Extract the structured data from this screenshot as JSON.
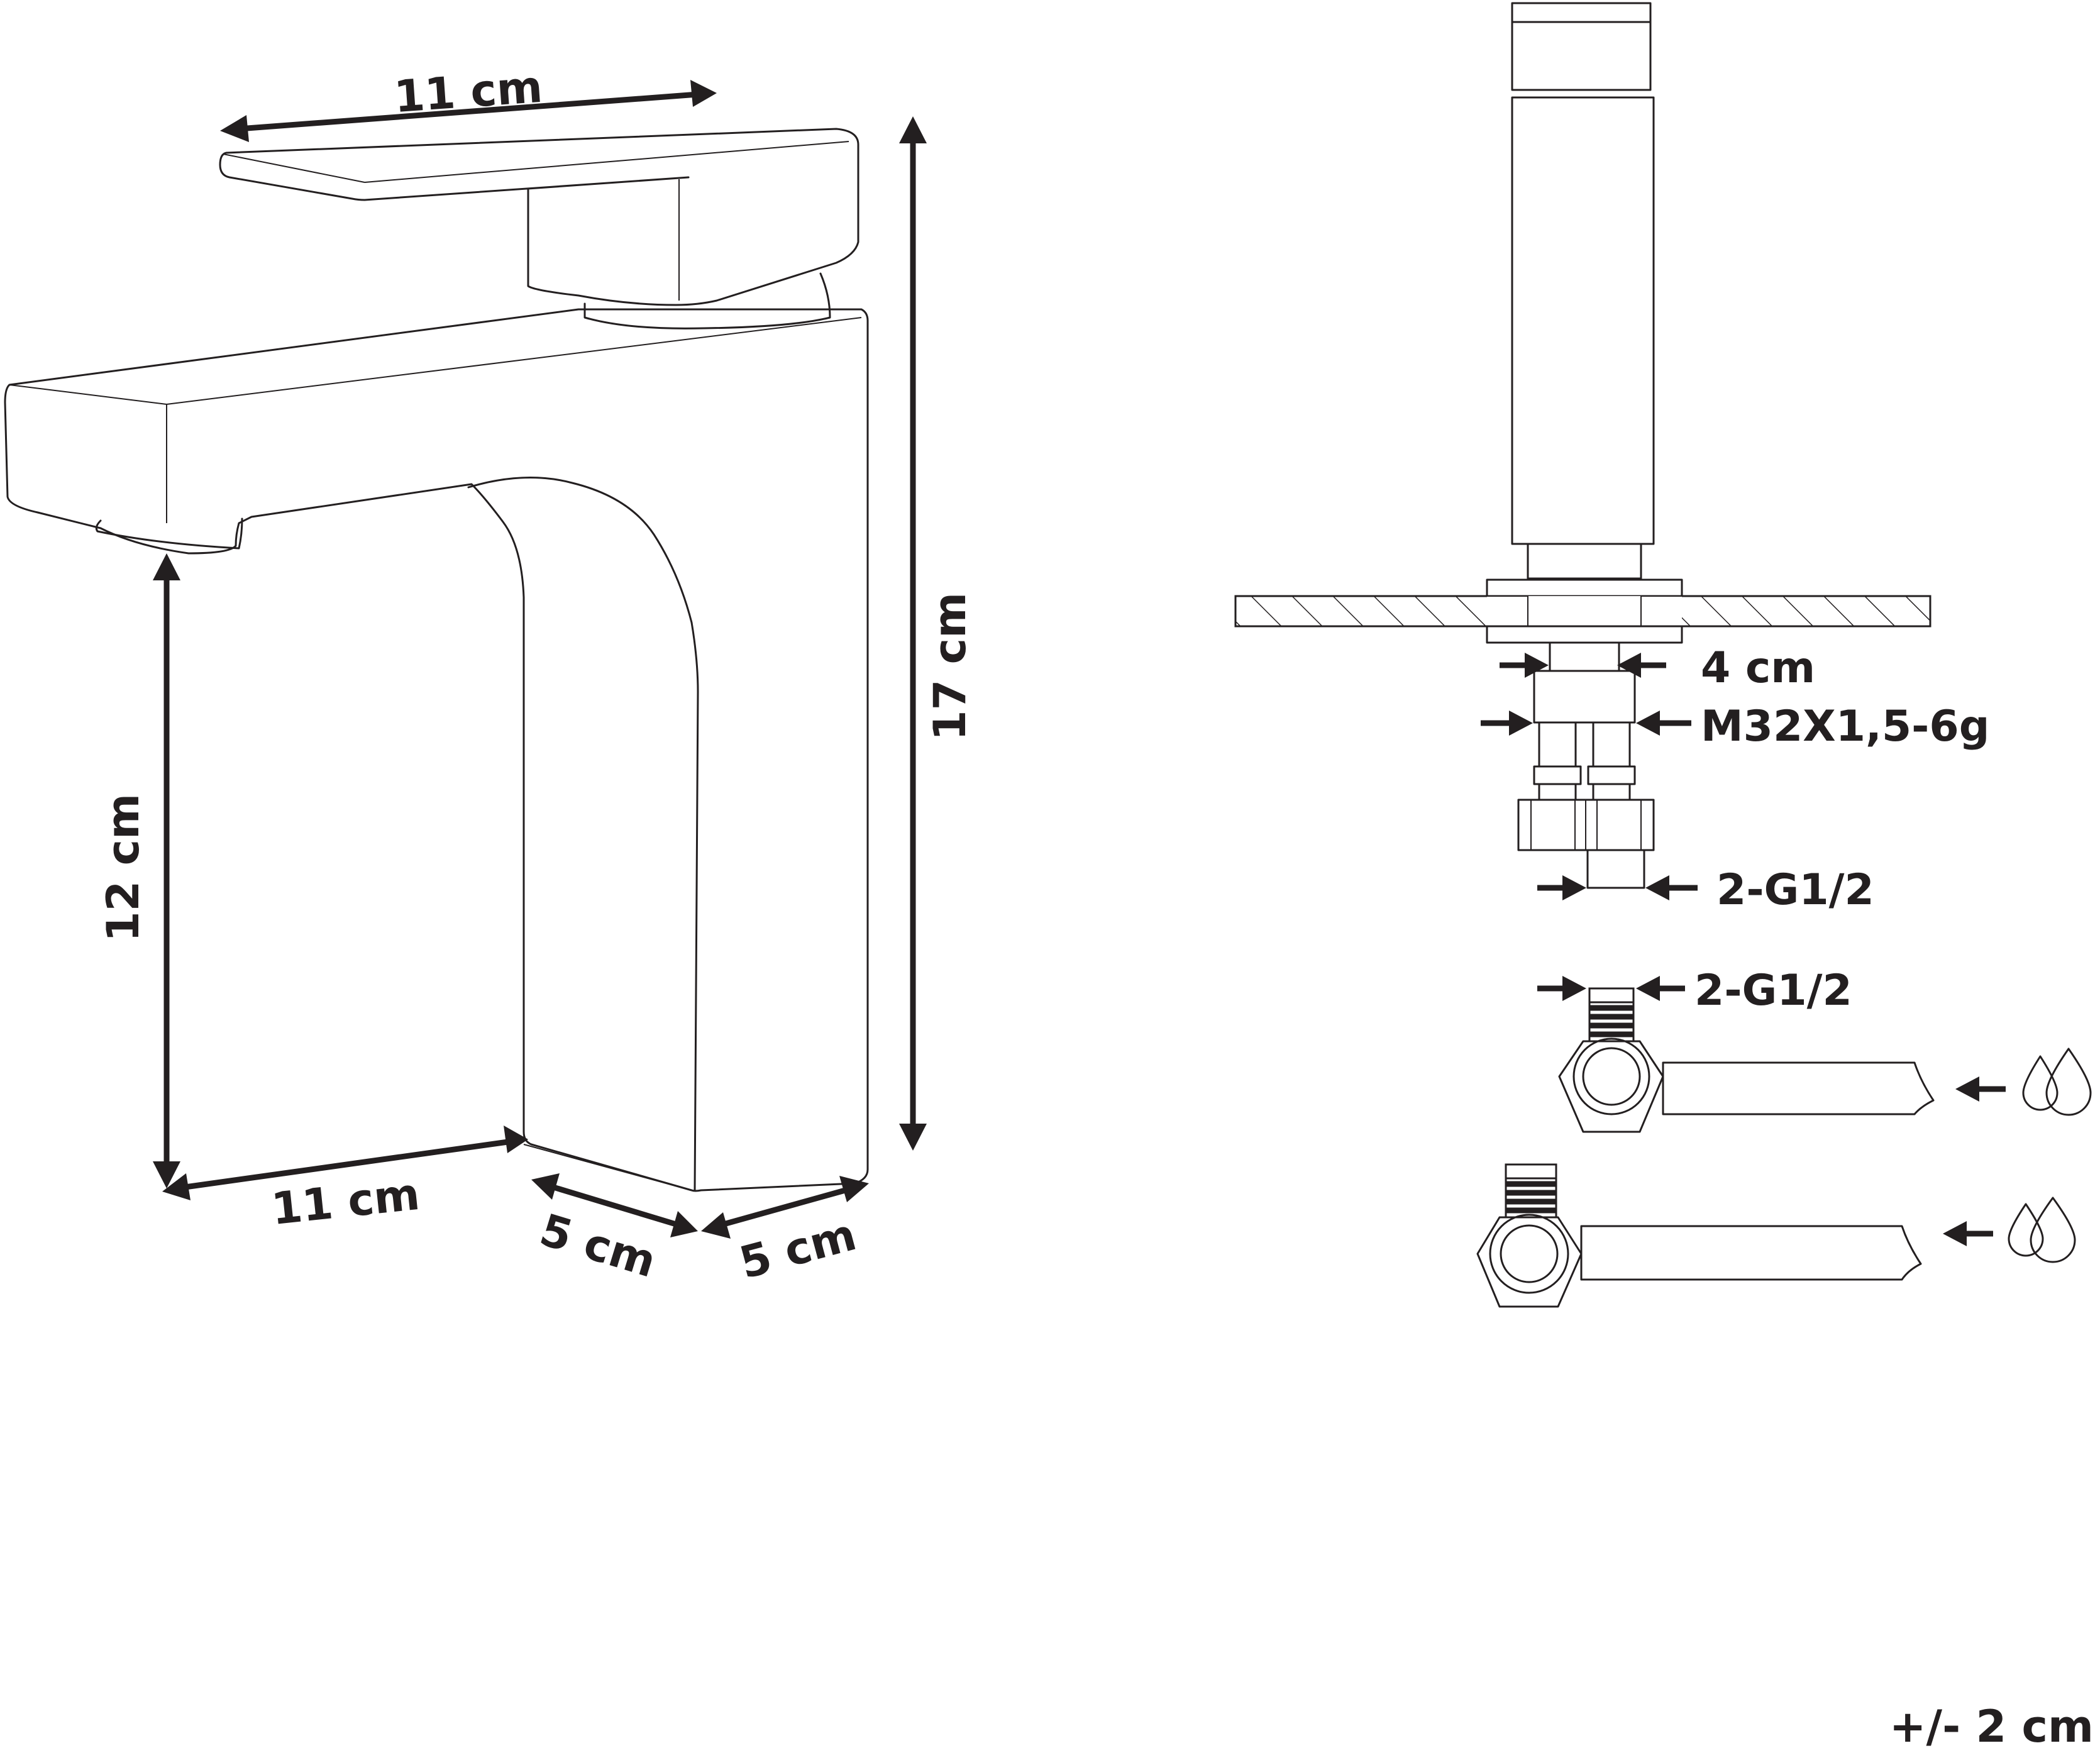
{
  "faucet": {
    "lever_length": "11 cm",
    "total_height": "17 cm",
    "spout_height": "12 cm",
    "base_length": "11 cm",
    "base_depth_left": "5 cm",
    "base_depth_right": "5 cm"
  },
  "installation": {
    "mount_diameter": "4 cm",
    "thread_spec": "M32X1,5-6g",
    "hose_connection": "2-G1/2",
    "valve_connection": "2-G1/2",
    "supply_icon": "water-drops-icon"
  },
  "tolerance": "+/- 2 cm"
}
